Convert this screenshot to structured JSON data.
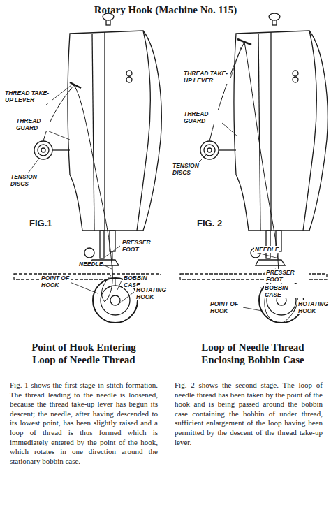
{
  "diagram": {
    "title": "Rotary Hook (Machine No. 115)",
    "labels": [
      "THREAD TAKE-UP LEVER",
      "THREAD GUARD",
      "TENSION DISCS",
      "FIG.1",
      "PRESSER FOOT",
      "NEEDLE",
      "POINT OF HOOK",
      "BOBBIN CASE",
      "ROTATING HOOK",
      "THREAD TAKE-UP LEVER",
      "THREAD GUARD",
      "TENSION DISCS",
      "FIG. 2",
      "NEEDLE",
      "PRESSER FOOT",
      "BOBBIN CASE",
      "POINT OF HOOK",
      "ROTATING HOOK",
      "Point of Hook Entering Loop of Needle Thread",
      "Fig. 1 shows the first stage in stitch formation. The thread leading to the needle is loosened, because the thread take-up lever has begun its descent; the needle, after having descended to its lowest point, has been slightly raised and a loop of thread is thus formed which is immediately entered by the point of the hook, which rotates in one direction around the stationary bobbin case.",
      "Loop of Needle Thread Enclosing Bobbin Case",
      "Fig. 2 shows the second stage. The loop of needle thread has been taken by the point of the hook and is being passed around the bobbin case containing the bobbin of under thread, sufficient enlargement of the loop having been permitted by the descent of the thread take-up lever."
    ]
  }
}
